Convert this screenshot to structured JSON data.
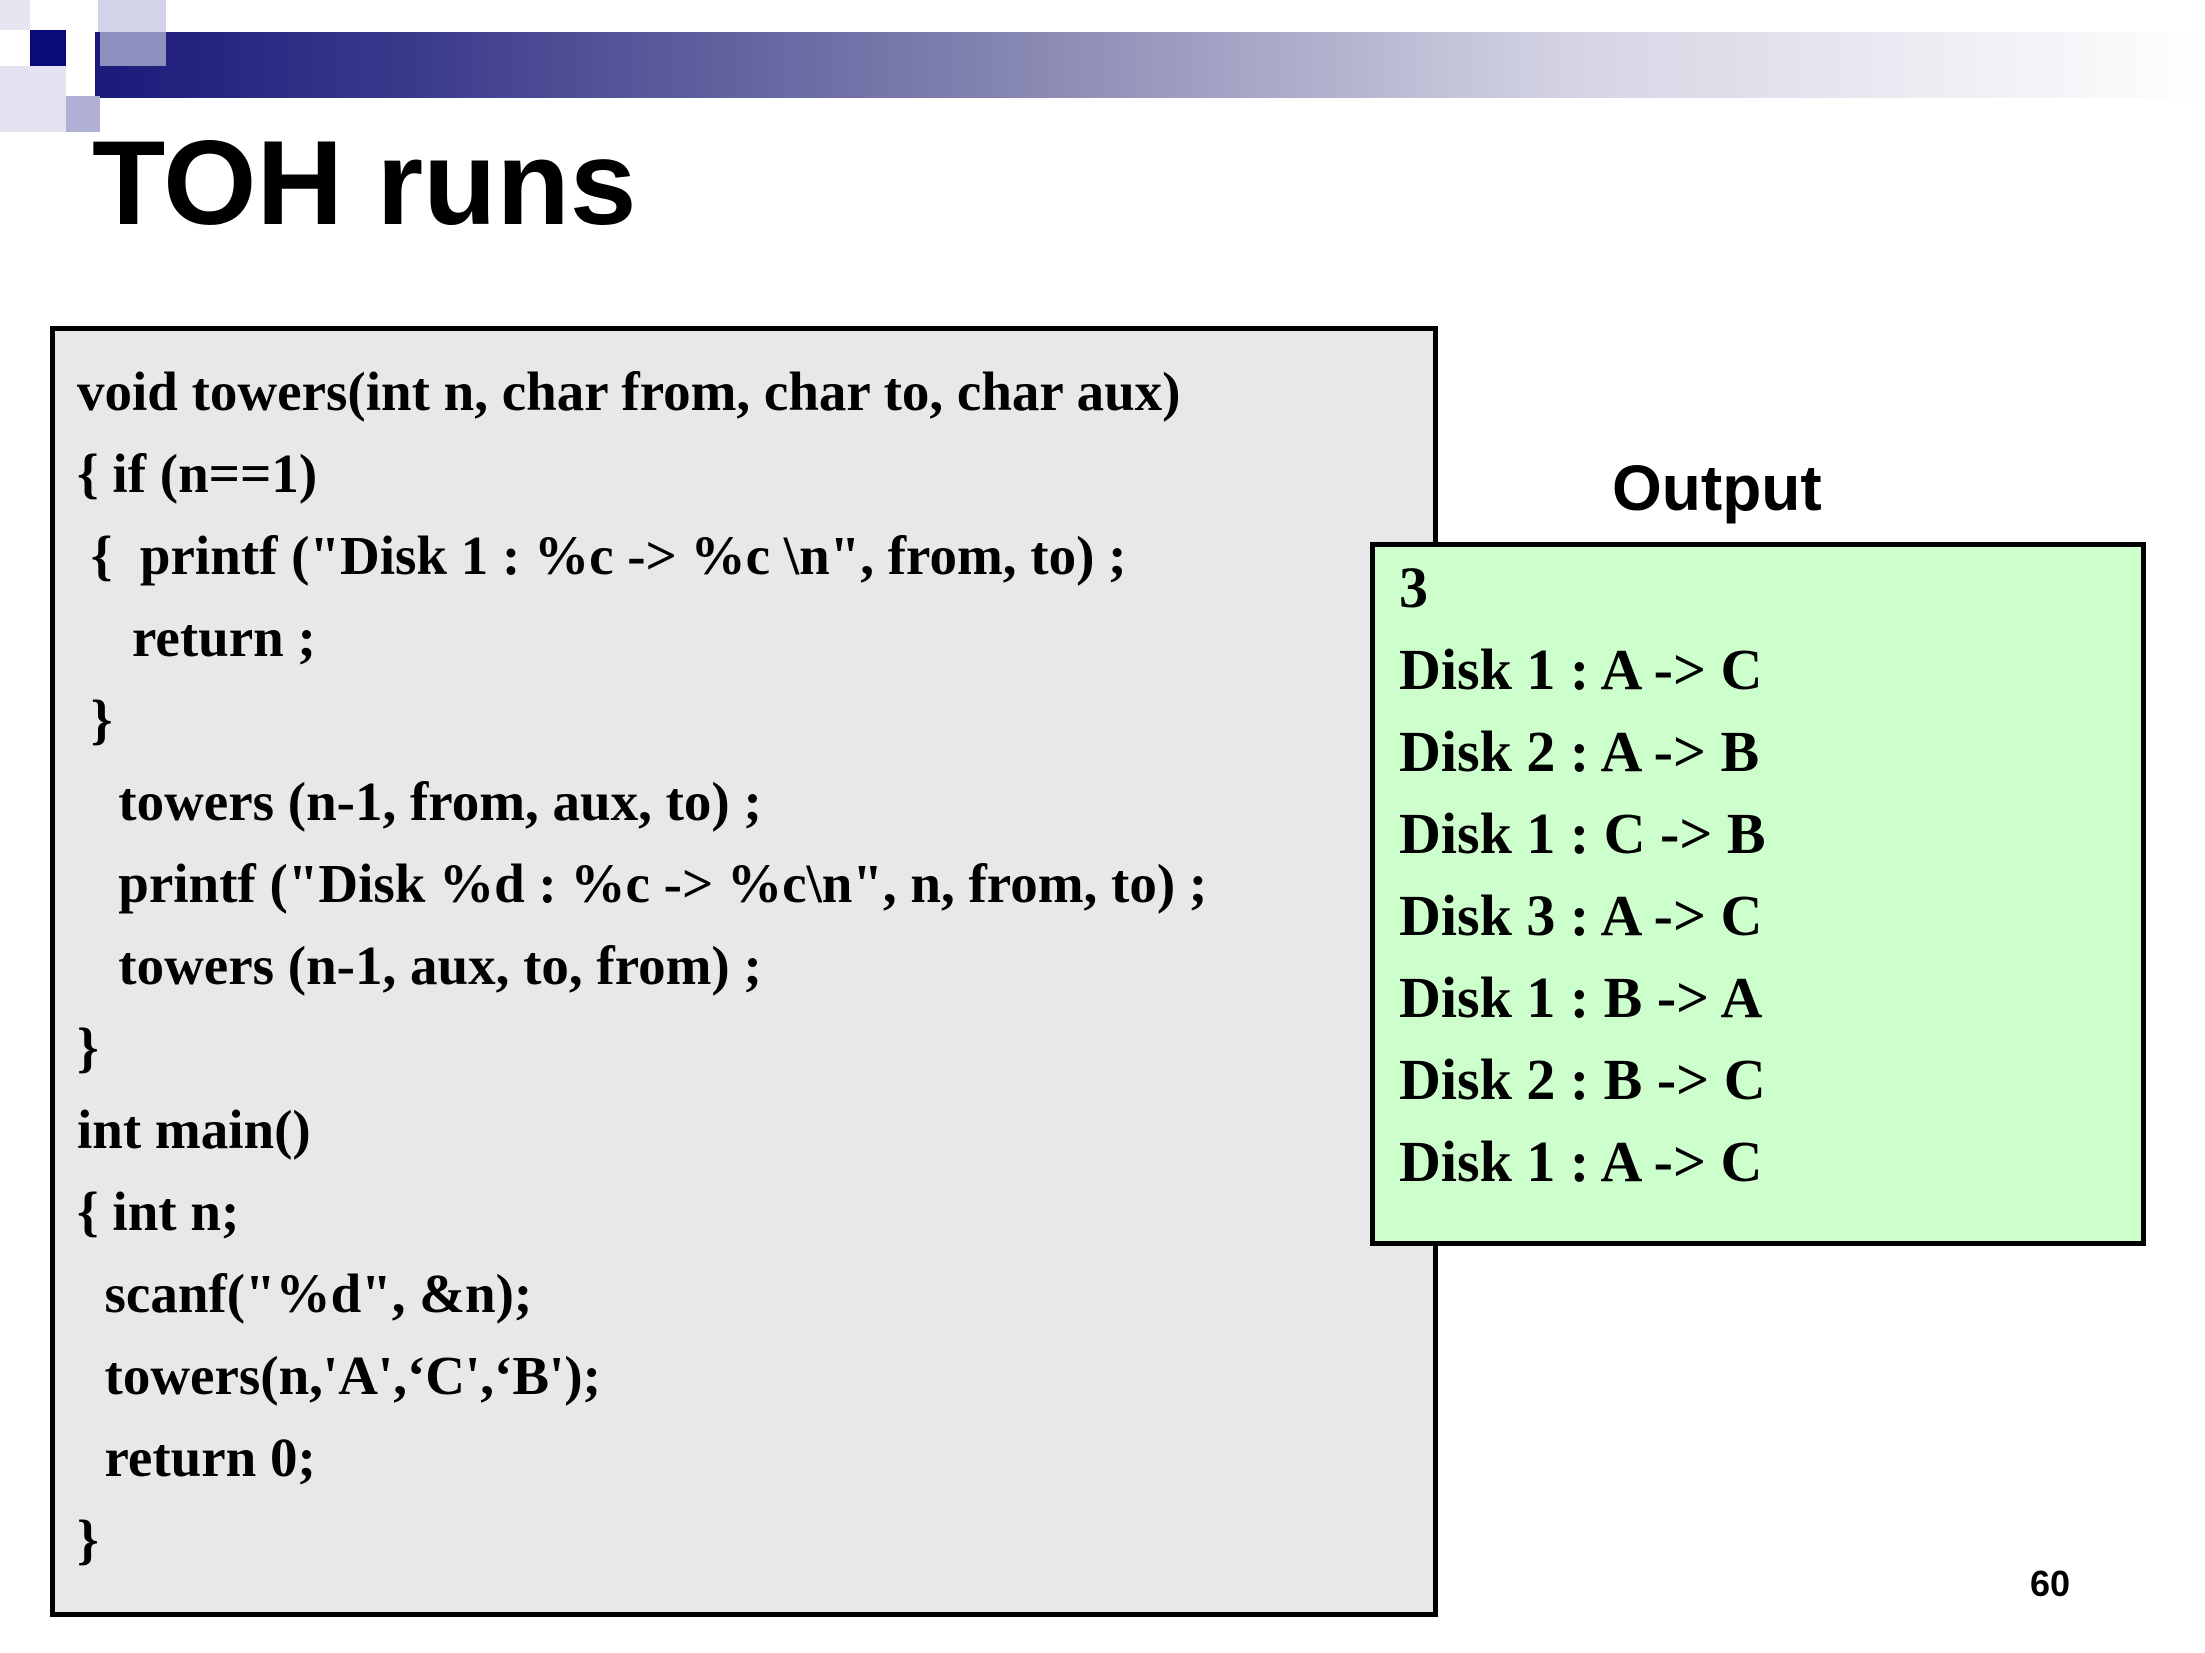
{
  "slide": {
    "title": "TOH runs",
    "page_number": "60"
  },
  "code": {
    "lines": [
      "void towers(int n, char from, char to, char aux)",
      "{ if (n==1)",
      " {  printf (\"Disk 1 : %c -> %c \\n\", from, to) ;",
      "    return ;",
      " }",
      "   towers (n-1, from, aux, to) ;",
      "   printf (\"Disk %d : %c -> %c\\n\", n, from, to) ;",
      "   towers (n-1, aux, to, from) ;",
      "}",
      "int main()",
      "{ int n;",
      "  scanf(\"%d\", &n);",
      "  towers(n,'A',‘C',‘B');",
      "  return 0;",
      "}"
    ]
  },
  "output": {
    "label": "Output",
    "lines": [
      "3",
      "Disk 1 : A -> C",
      "Disk 2 : A -> B",
      "Disk 1 : C -> B",
      "Disk 3 : A -> C",
      "Disk 1 : B -> A",
      "Disk 2 : B -> C",
      "Disk 1 : A -> C"
    ]
  },
  "colors": {
    "code_bg": "#e8e8e8",
    "output_bg": "#ccffcc",
    "header_dark": "#1a1a7a"
  }
}
